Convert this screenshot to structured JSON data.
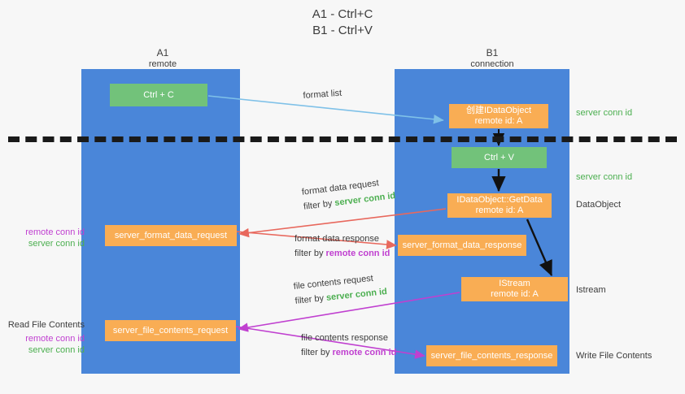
{
  "title": {
    "line1": "A1 - Ctrl+C",
    "line2": "B1 - Ctrl+V"
  },
  "lanes": [
    {
      "id": "a1",
      "name": "A1",
      "role": "remote",
      "color": "#4a86d9"
    },
    {
      "id": "b1",
      "name": "B1",
      "role": "connection",
      "color": "#4a86d9"
    }
  ],
  "boxes": {
    "ctrl_c": {
      "line1": "Ctrl + C",
      "color": "#72c27a"
    },
    "create_dataobject": {
      "line1": "创建IDataObject",
      "line2": "remote id: A",
      "color": "#f9ad54"
    },
    "ctrl_v": {
      "line1": "Ctrl + V",
      "color": "#72c27a"
    },
    "getdata": {
      "line1": "IDataObject::GetData",
      "line2": "remote id: A",
      "color": "#f9ad54"
    },
    "format_data_request": {
      "line1": "server_format_data_request",
      "color": "#f9ad54"
    },
    "format_data_response": {
      "line1": "server_format_data_response",
      "color": "#f9ad54"
    },
    "istream": {
      "line1": "IStream",
      "line2": "remote id: A",
      "color": "#f9ad54"
    },
    "file_contents_request": {
      "line1": "server_file_contents_request",
      "color": "#f9ad54"
    },
    "file_contents_response": {
      "line1": "server_file_contents_response",
      "color": "#f9ad54"
    }
  },
  "annotations": {
    "format_list": "format list",
    "format_data_request": {
      "line1": "format data request",
      "prefix": "filter by ",
      "highlight": "server conn id",
      "highlight_color": "#4caf50"
    },
    "format_data_response": {
      "line1": "format data response",
      "prefix": "filter by ",
      "highlight": "remote conn id",
      "highlight_color": "#c040d0"
    },
    "file_contents_request": {
      "line1": "file contents request",
      "prefix": "filter by ",
      "highlight": "server conn id",
      "highlight_color": "#4caf50"
    },
    "file_contents_response": {
      "line1": "file contents response",
      "prefix": "filter by ",
      "highlight": "remote conn id",
      "highlight_color": "#c040d0"
    }
  },
  "side_labels": {
    "server_conn_id_top": "server conn id",
    "server_conn_id_mid": "server conn id",
    "dataobject": "DataObject",
    "istream": "Istream",
    "write_file_contents": "Write File Contents",
    "read_file_contents": "Read File Contents",
    "remote_conn_id_left": "remote conn id",
    "server_conn_id_left": "server conn id",
    "remote_conn_id_left2": "remote conn id",
    "server_conn_id_left2": "server conn id"
  },
  "colors": {
    "lane": "#4a86d9",
    "green_box": "#72c27a",
    "orange_box": "#f9ad54",
    "server_conn_id": "#4caf50",
    "remote_conn_id": "#c040d0",
    "arrow_blue": "#7fc1e8",
    "arrow_red": "#e8685d",
    "arrow_magenta": "#c040d0",
    "arrow_black": "#111111",
    "background": "#f7f7f7"
  }
}
